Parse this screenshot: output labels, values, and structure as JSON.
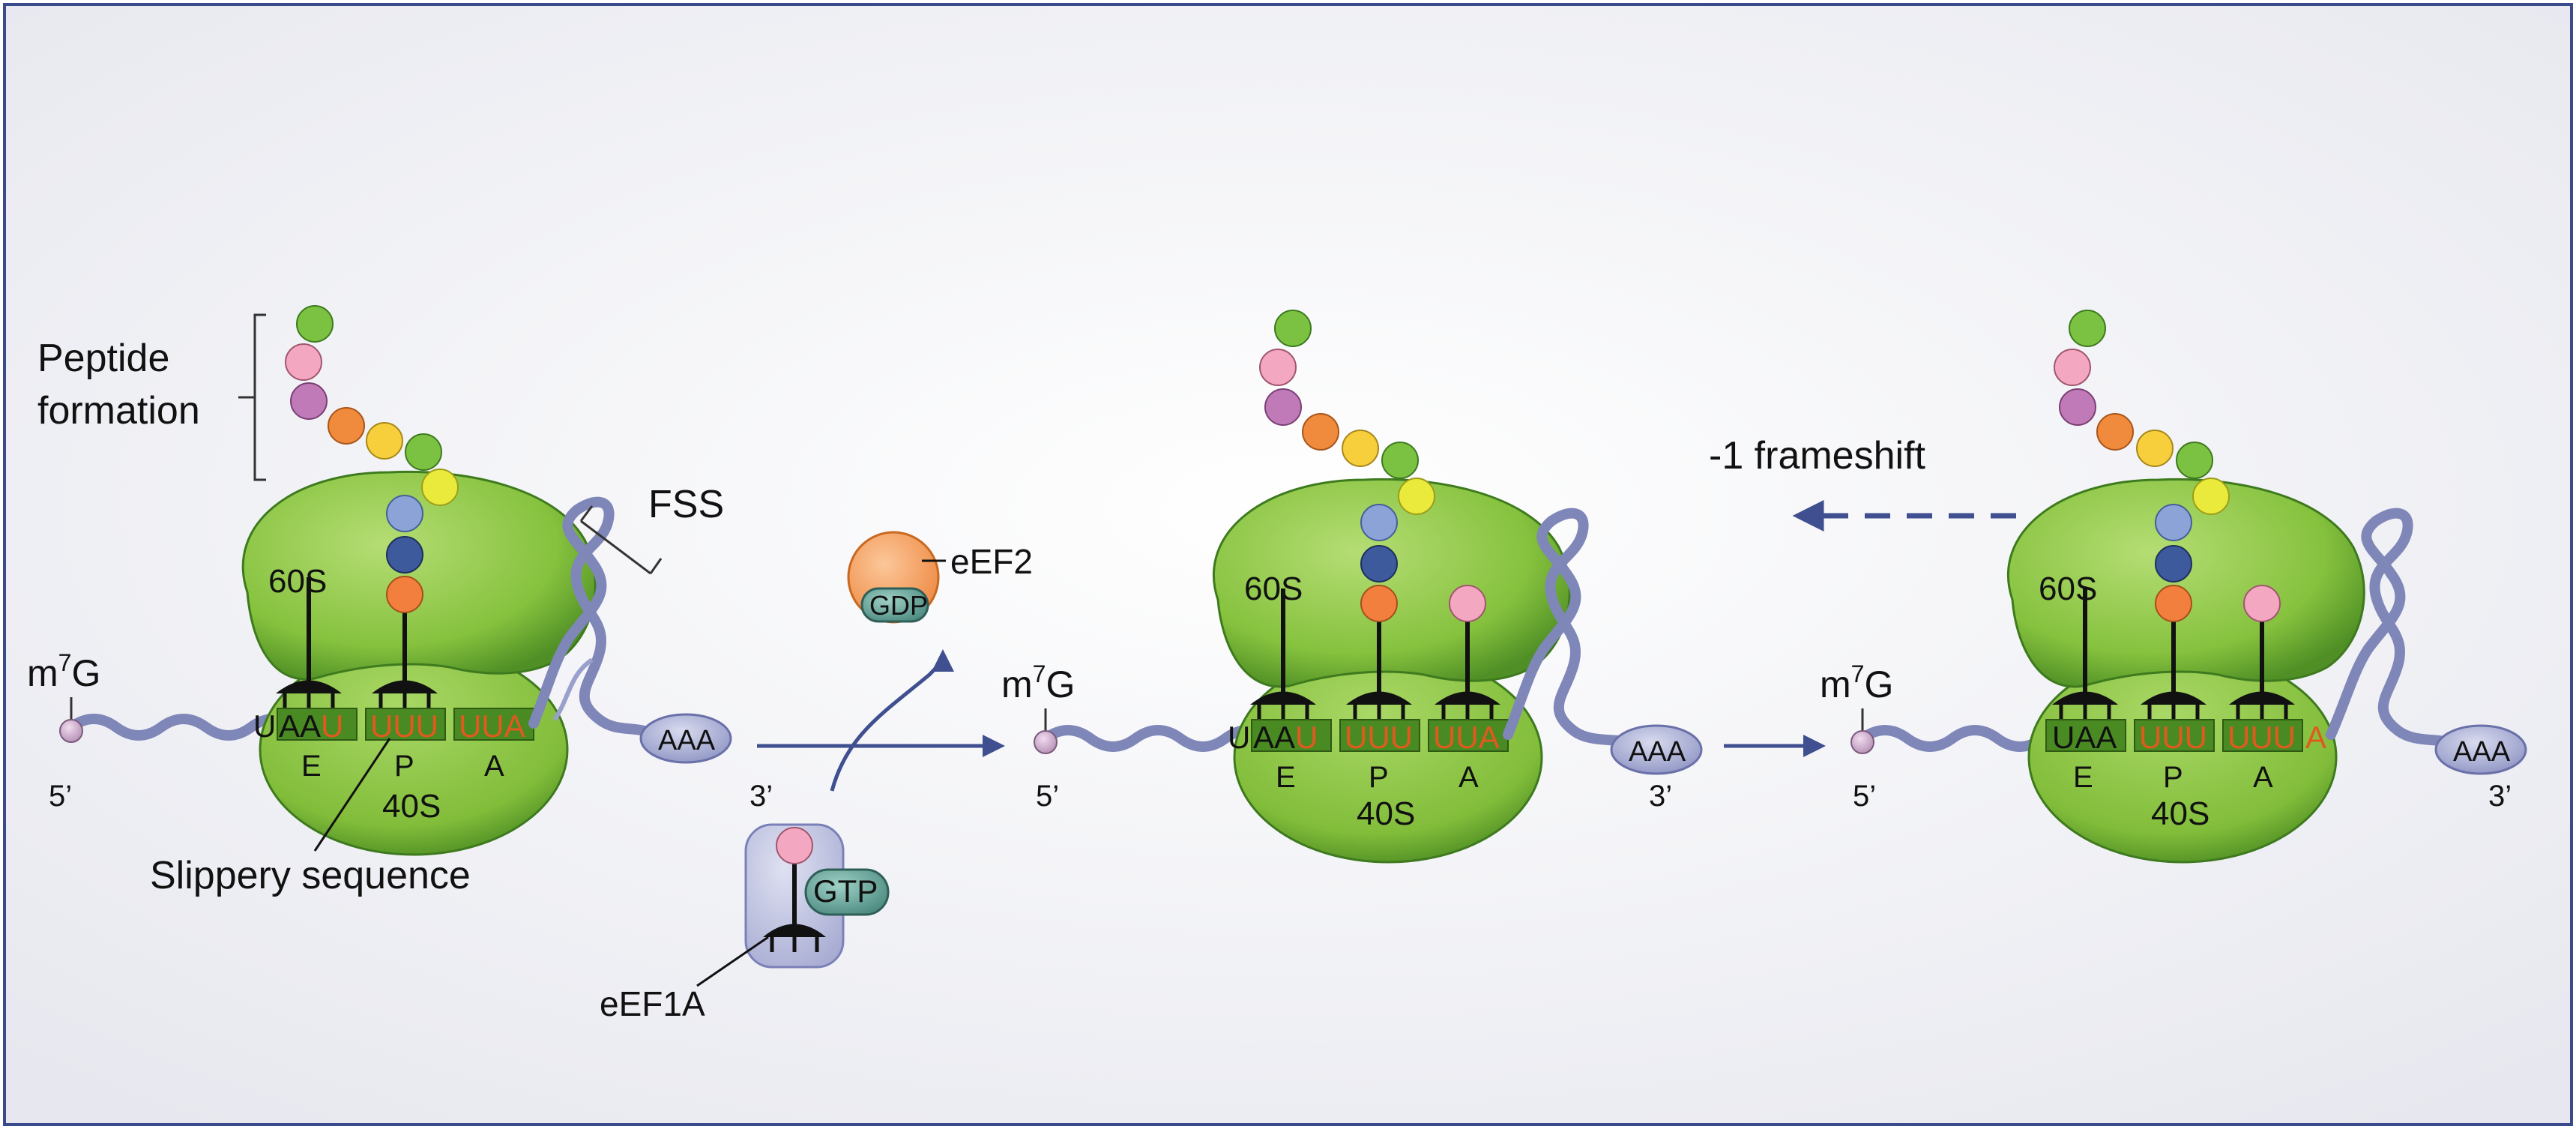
{
  "labels": {
    "peptide_formation_line1": "Peptide",
    "peptide_formation_line2": "formation",
    "fss": "FSS",
    "slippery_sequence": "Slippery sequence",
    "eef2": "eEF2",
    "gdp": "GDP",
    "gtp": "GTP",
    "eef1a": "eEF1A",
    "minus1_frameshift": "-1 frameshift",
    "m7g_m": "m",
    "m7g_sup": "7",
    "m7g_g": "G",
    "five_prime": "5’",
    "three_prime": "3’",
    "large_subunit": "60S",
    "small_subunit": "40S",
    "poly_a": "AAA",
    "site_e": "E",
    "site_p": "P",
    "site_a": "A"
  },
  "panels": [
    {
      "codons": [
        {
          "prefix": "U",
          "black": "AA",
          "red": "U"
        },
        {
          "black": "",
          "red": "UUU"
        },
        {
          "black": "",
          "red": "UUA"
        }
      ]
    },
    {
      "codons": [
        {
          "prefix": "U",
          "black": "AA",
          "red": "U"
        },
        {
          "black": "",
          "red": "UUU"
        },
        {
          "black": "",
          "red": "UUA"
        }
      ]
    },
    {
      "codons": [
        {
          "black": "UAA",
          "red": ""
        },
        {
          "black": "",
          "red": "UUU"
        },
        {
          "black": "",
          "red": "UUU"
        }
      ],
      "trailing_red": "A"
    }
  ],
  "colors": {
    "ribosome_green": "#8dc63f",
    "ribosome_dark": "#3e7a1e",
    "mrna_ribbon": "#7f86b8",
    "codon_red": "#e05a1f",
    "arrow_blue": "#3f4f8f",
    "eef2_orange": "#f39c5c",
    "gdp_teal": "#5f9e94",
    "eef1a_lavender": "#c5c9e4",
    "peptide_colors": [
      "#7cc242",
      "#f4a7c1",
      "#c07ab8",
      "#f08a3c",
      "#f7cf3c",
      "#7cc242",
      "#e9ea3c",
      "#8ba3d6",
      "#3d5a9c",
      "#f27f3d"
    ]
  }
}
